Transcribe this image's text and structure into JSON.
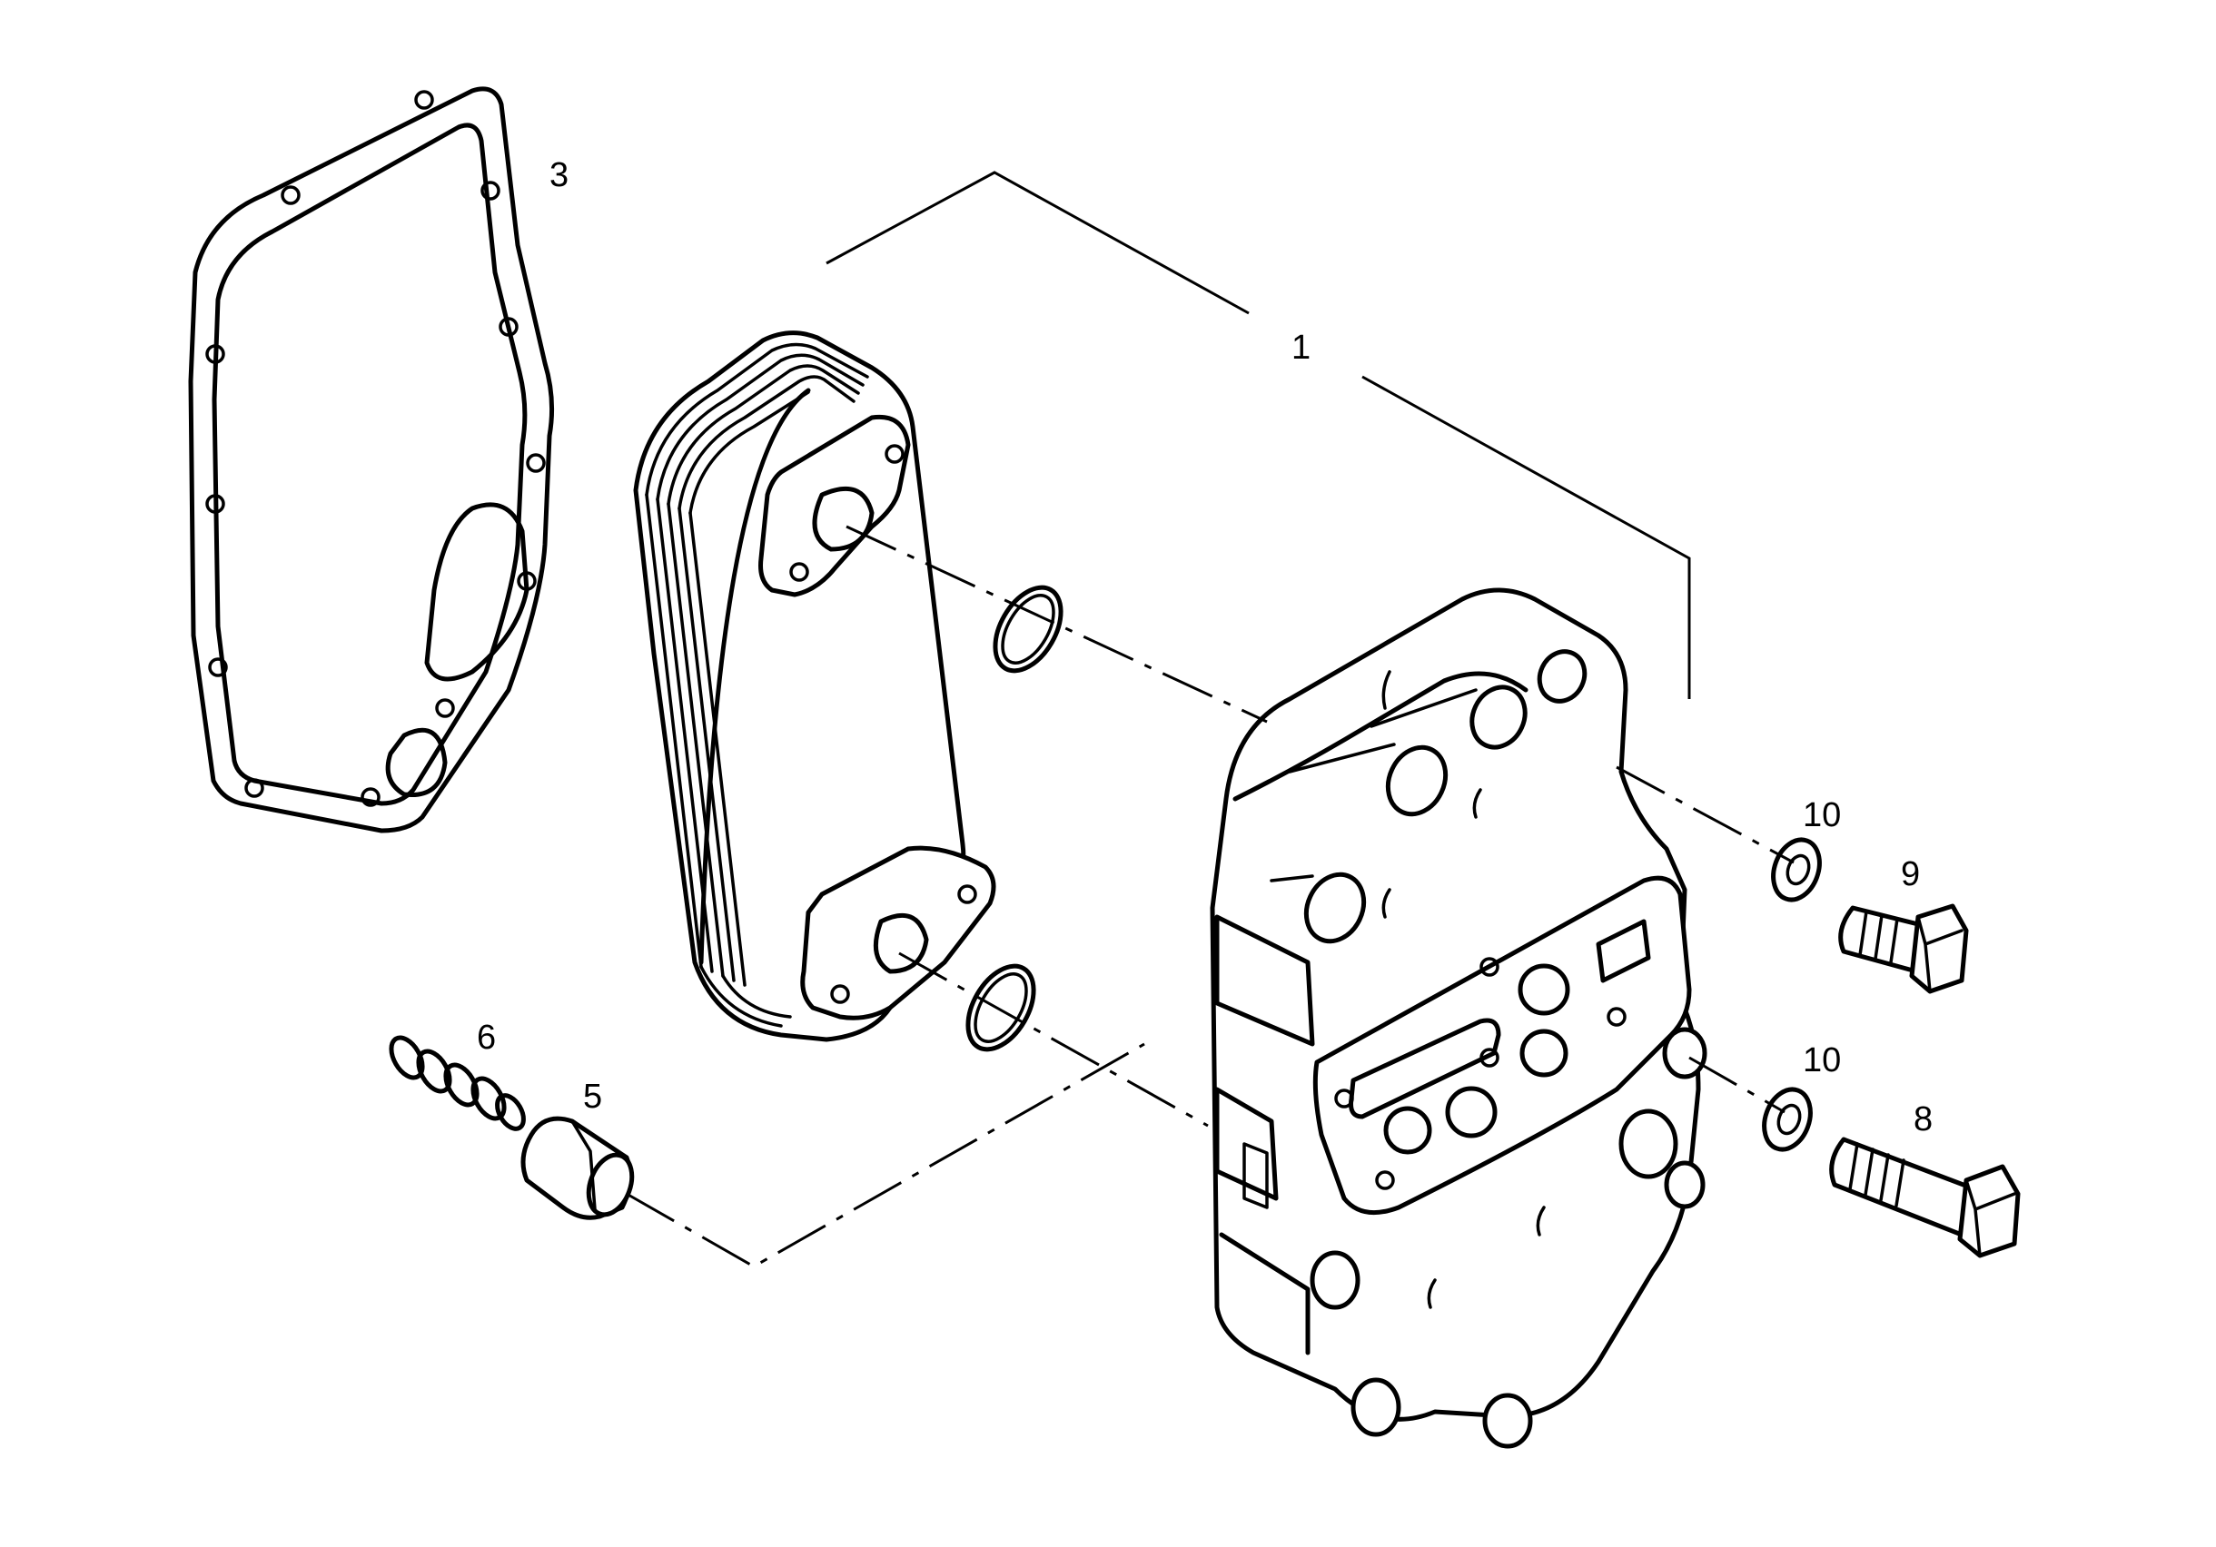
{
  "callouts": {
    "c1": "1",
    "c3": "3",
    "c5": "5",
    "c6": "6",
    "c8": "8",
    "c9": "9",
    "c10a": "10",
    "c10b": "10"
  }
}
